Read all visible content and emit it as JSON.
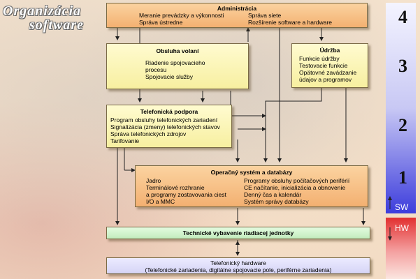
{
  "title": {
    "line1": "Organizácia",
    "line2": "software"
  },
  "admin": {
    "header": "Administrácia",
    "left": [
      "Meranie prevádzky a výkonnosti",
      "Správa ústredne"
    ],
    "right": [
      "Správa siete",
      "Rozšírenie software a hardware"
    ]
  },
  "obsluha": {
    "header": "Obsluha volaní",
    "lines": [
      "Riadenie spojovacieho",
      "procesu",
      "Spojovacie služby"
    ]
  },
  "udrzba": {
    "header": "Údržba",
    "lines": [
      "Funkcie údržby",
      "Testovacie funkcie",
      "Opätovné zavádzanie",
      "údajov a programov"
    ]
  },
  "telef": {
    "header": "Telefonická podpora",
    "lines": [
      "Program obsluhy telefonických zariadení",
      "Signalizácia (zmeny) telefonických stavov",
      "Správa telefonických zdrojov",
      "Tarifovanie"
    ]
  },
  "os": {
    "header": "Operačný systém a databázy",
    "left": [
      "Jadro",
      "Terminálové rozhranie",
      "a programy zostavovania ciest",
      "I/O a MMC"
    ],
    "right": [
      "Programy obsluhy počítačových periférií",
      "CE načítanie, inicializácia a obnovenie",
      "Denný čas a kalendár",
      "Systém správy databázy"
    ]
  },
  "tech": {
    "header": "Technické vybavenie riadiacej jednotky"
  },
  "hwbox": {
    "header": "Telefonický hardware",
    "sub": "(Telefonické zariadenia, digitálne spojovacie pole, periférne zariadenia)"
  },
  "levels": {
    "l4": "4",
    "l3": "3",
    "l2": "2",
    "l1": "1",
    "sw": "SW",
    "hw": "HW"
  },
  "colors": {
    "sw_band": "#3d3ddc",
    "hw_band": "#e23030"
  }
}
